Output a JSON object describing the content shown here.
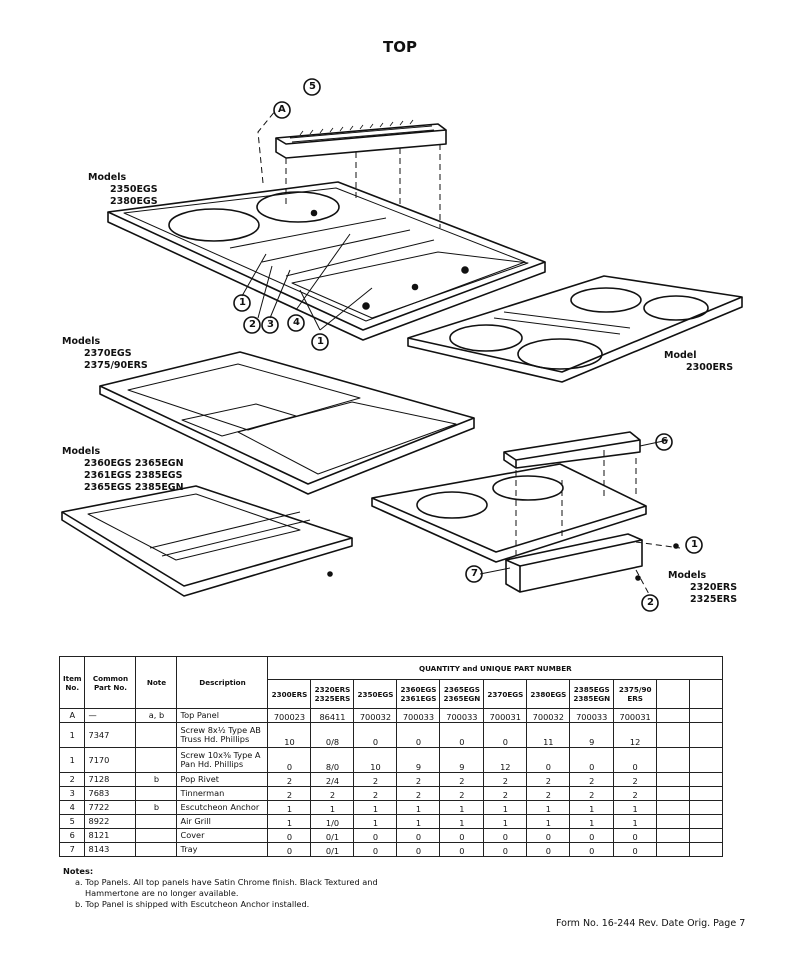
{
  "title": "TOP",
  "model_groups": {
    "g1": {
      "head": "Models",
      "lines": [
        "2350EGS",
        "2380EGS"
      ]
    },
    "g2": {
      "head": "Models",
      "lines": [
        "2370EGS",
        "2375/90ERS"
      ]
    },
    "g3": {
      "head": "Models",
      "lines": [
        "2360EGS  2365EGN",
        "2361EGS  2385EGS",
        "2365EGS  2385EGN"
      ]
    },
    "g4": {
      "head": "Model",
      "lines": [
        "2300ERS"
      ]
    },
    "g5": {
      "head": "Models",
      "lines": [
        "2320ERS",
        "2325ERS"
      ]
    }
  },
  "callouts": {
    "a": "A",
    "c1": "1",
    "c2": "2",
    "c3": "3",
    "c4": "4",
    "c5": "5",
    "c6": "6",
    "c7": "7"
  },
  "table": {
    "headers": {
      "item": "Item No.",
      "common": "Common Part No.",
      "note": "Note",
      "description": "Description",
      "group": "QUANTITY and UNIQUE PART NUMBER"
    },
    "models": [
      "2300ERS",
      "2320ERS 2325ERS",
      "2350EGS",
      "2360EGS 2361EGS",
      "2365EGS 2365EGN",
      "2370EGS",
      "2380EGS",
      "2385EGS 2385EGN",
      "2375/90 ERS"
    ],
    "rows": [
      {
        "item": "A",
        "part": "—",
        "note": "a, b",
        "desc": "Top Panel",
        "q": [
          "700023",
          "86411",
          "700032",
          "700033",
          "700033",
          "700031",
          "700032",
          "700033",
          "700031"
        ]
      },
      {
        "item": "1",
        "part": "7347",
        "note": "",
        "desc": "Screw 8x½ Type AB Truss Hd. Phillips",
        "q": [
          "10",
          "0/8",
          "0",
          "0",
          "0",
          "0",
          "11",
          "9",
          "12"
        ]
      },
      {
        "item": "1",
        "part": "7170",
        "note": "",
        "desc": "Screw 10x⅜ Type A Pan Hd. Phillips",
        "q": [
          "0",
          "8/0",
          "10",
          "9",
          "9",
          "12",
          "0",
          "0",
          "0"
        ]
      },
      {
        "item": "2",
        "part": "7128",
        "note": "b",
        "desc": "Pop Rivet",
        "q": [
          "2",
          "2/4",
          "2",
          "2",
          "2",
          "2",
          "2",
          "2",
          "2"
        ]
      },
      {
        "item": "3",
        "part": "7683",
        "note": "",
        "desc": "Tinnerman",
        "q": [
          "2",
          "2",
          "2",
          "2",
          "2",
          "2",
          "2",
          "2",
          "2"
        ]
      },
      {
        "item": "4",
        "part": "7722",
        "note": "b",
        "desc": "Escutcheon Anchor",
        "q": [
          "1",
          "1",
          "1",
          "1",
          "1",
          "1",
          "1",
          "1",
          "1"
        ]
      },
      {
        "item": "5",
        "part": "8922",
        "note": "",
        "desc": "Air Grill",
        "q": [
          "1",
          "1/0",
          "1",
          "1",
          "1",
          "1",
          "1",
          "1",
          "1"
        ]
      },
      {
        "item": "6",
        "part": "8121",
        "note": "",
        "desc": "Cover",
        "q": [
          "0",
          "0/1",
          "0",
          "0",
          "0",
          "0",
          "0",
          "0",
          "0"
        ]
      },
      {
        "item": "7",
        "part": "8143",
        "note": "",
        "desc": "Tray",
        "q": [
          "0",
          "0/1",
          "0",
          "0",
          "0",
          "0",
          "0",
          "0",
          "0"
        ]
      }
    ]
  },
  "notes": {
    "heading": "Notes:",
    "a_line1": "a.  Top Panels. All top panels have Satin Chrome finish. Black Textured and",
    "a_line2": "Hammertone are no longer available.",
    "b": "b.  Top Panel is shipped with Escutcheon Anchor installed."
  },
  "footer": "Form No. 16-244 Rev. Date Orig. Page 7"
}
